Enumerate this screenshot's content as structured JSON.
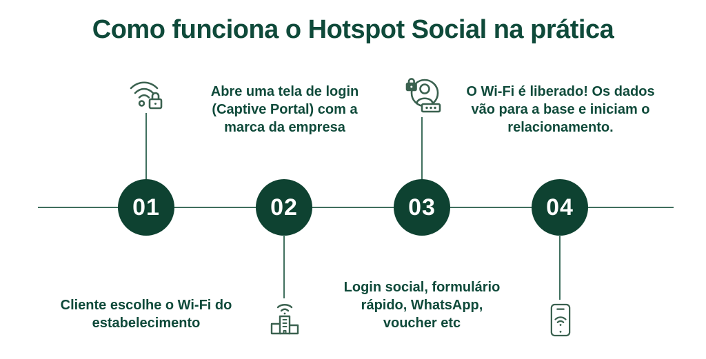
{
  "title": "Como funciona o Hotspot Social na prática",
  "colors": {
    "background": "#ffffff",
    "text_green": "#0f4a3a",
    "circle_green": "#0e4231",
    "line_green": "#3f6f5e",
    "icon_green": "#3a614f",
    "number_text": "#ffffff"
  },
  "steps": [
    {
      "number": "01",
      "icon": "wifi-lock-icon",
      "icon_position": "above",
      "label": "Cliente escolhe o Wi-Fi do estabelecimento",
      "label_position": "below"
    },
    {
      "number": "02",
      "icon": "building-wifi-icon",
      "icon_position": "below",
      "label": "Abre uma tela de login (Captive Portal) com a marca da empresa",
      "label_position": "above"
    },
    {
      "number": "03",
      "icon": "user-credentials-icon",
      "icon_position": "above",
      "label": "Login social, formulário rápido, WhatsApp, voucher etc",
      "label_position": "below"
    },
    {
      "number": "04",
      "icon": "smartphone-wifi-icon",
      "icon_position": "below",
      "label": "O Wi-Fi é liberado! Os dados vão para a base e iniciam o relacionamento.",
      "label_position": "above"
    }
  ]
}
